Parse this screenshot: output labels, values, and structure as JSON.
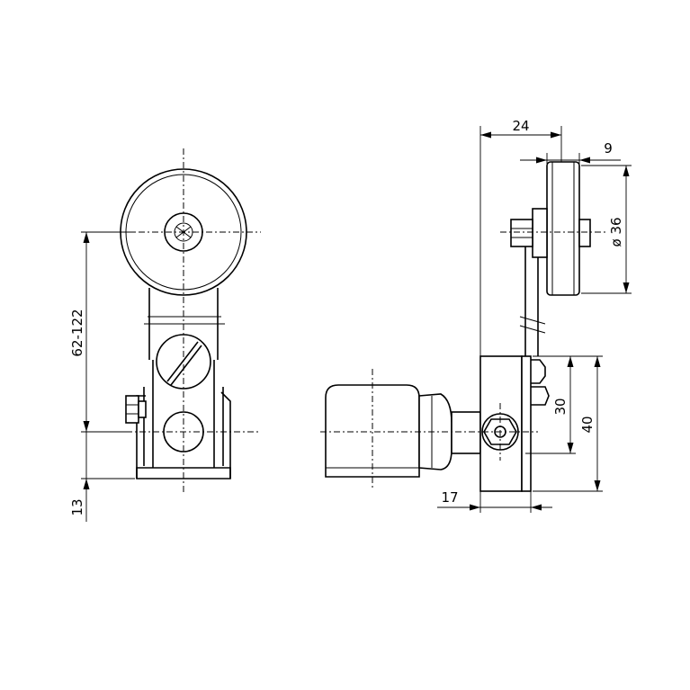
{
  "dimensions": {
    "overall_height": "62-122",
    "base_height": "13",
    "side_width": "24",
    "roller_width": "9",
    "roller_diameter": "ø 36",
    "height_30": "30",
    "height_40": "40",
    "offset_17": "17"
  }
}
